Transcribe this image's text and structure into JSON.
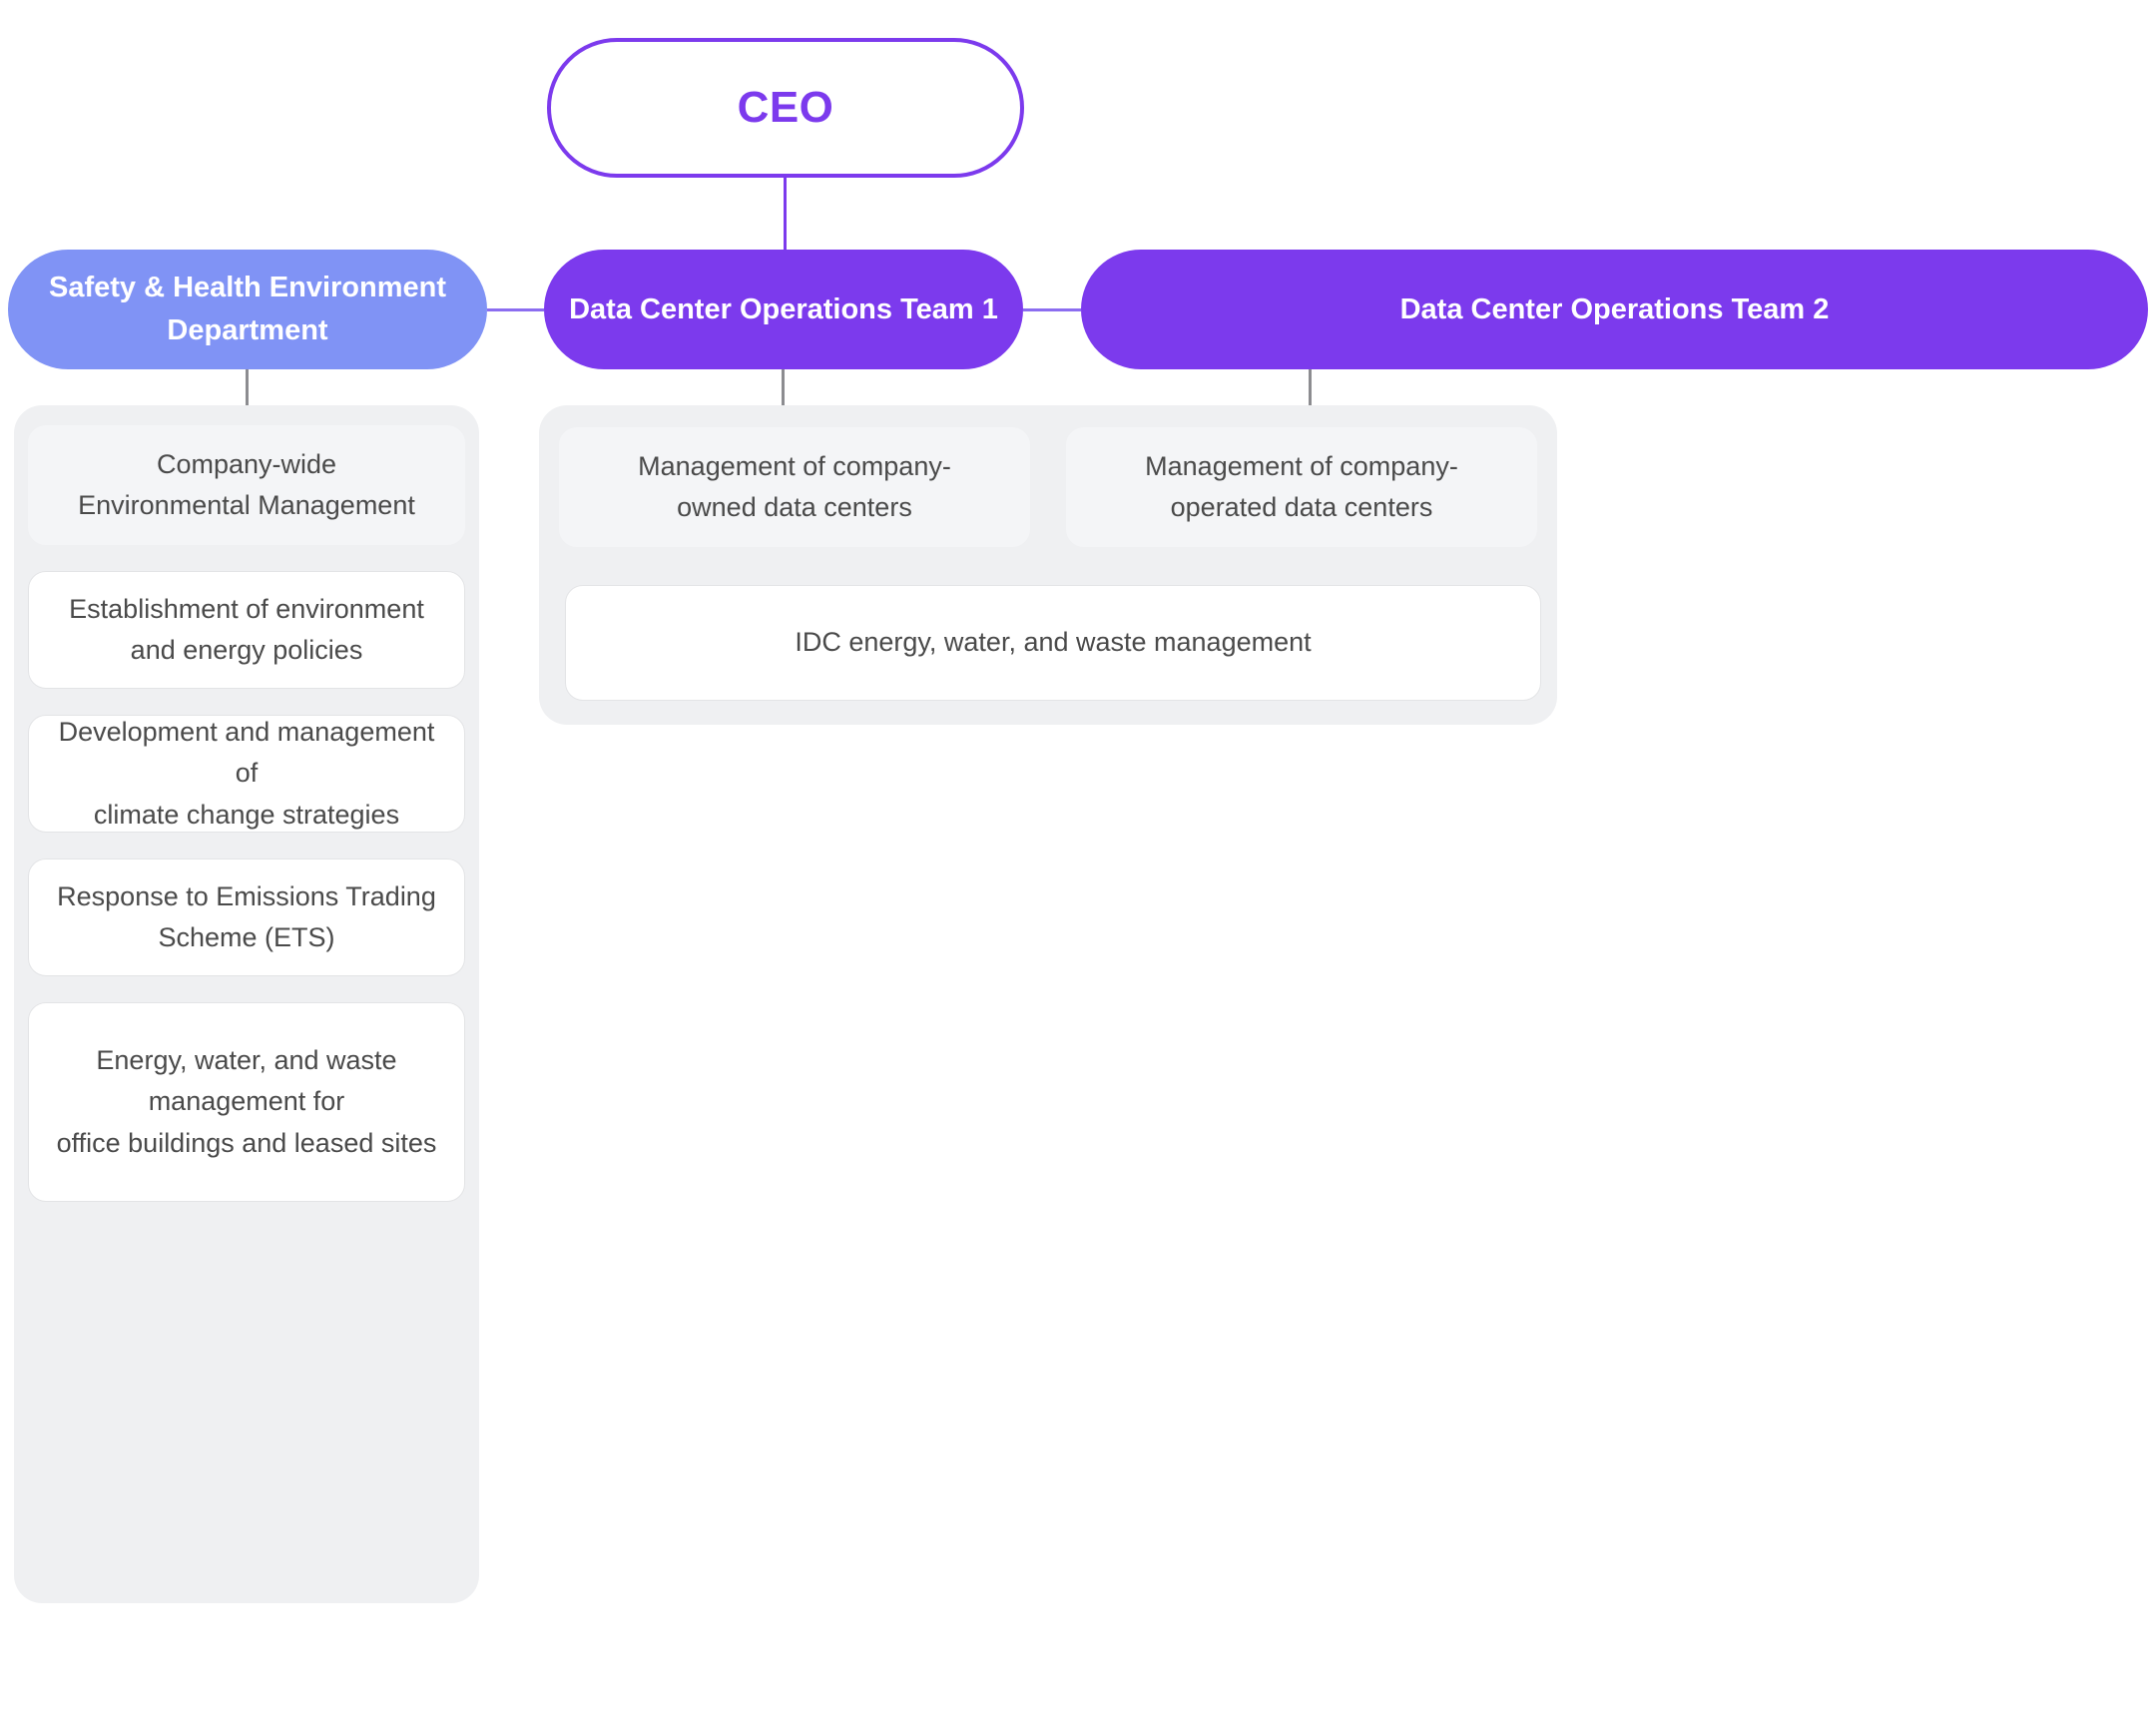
{
  "chart_data": {
    "type": "diagram",
    "title": "Environmental Management Organization Chart",
    "subtype": "organization-hierarchy",
    "colors": {
      "ceo_border": "#7c3aed",
      "ceo_text": "#7c3aed",
      "department_blue": "#8093f5",
      "team_purple": "#7c3aed",
      "panel_gray": "#eff0f2",
      "card_muted": "#f4f5f7",
      "card_white": "#ffffff",
      "card_text": "#4a4a4a",
      "connector_purple": "#7c3aed",
      "connector_gray": "#8c8c90"
    },
    "levels": [
      {
        "level": 1,
        "nodes": [
          "CEO"
        ]
      },
      {
        "level": 2,
        "nodes": [
          "Safety & Health Environment Department",
          "Data Center Operations Team 1",
          "Data Center Operations Team 2"
        ]
      },
      {
        "level": 3,
        "nodes": [
          "Company-wide Environmental Management",
          "Establishment of environment and energy policies",
          "Development and management of climate change strategies",
          "Response to Emissions Trading Scheme (ETS)",
          "Energy, water, and waste management for office buildings and leased sites",
          "Management of company-owned data centers",
          "Management of company-operated data centers",
          "IDC energy, water, and waste management"
        ]
      }
    ]
  },
  "root": {
    "label": "CEO"
  },
  "departments": [
    {
      "id": "safety-health-environment",
      "label": "Safety & Health Environment\nDepartment",
      "color": "#8093f5"
    },
    {
      "id": "data-center-operations-team-1",
      "label": "Data Center Operations Team 1",
      "color": "#7c3aed"
    },
    {
      "id": "data-center-operations-team-2",
      "label": "Data Center Operations Team 2",
      "color": "#7c3aed"
    }
  ],
  "left_panel": {
    "cards": [
      {
        "id": "company-wide-environmental-management",
        "label": "Company-wide\nEnvironmental Management",
        "style": "muted"
      },
      {
        "id": "establishment-of-policies",
        "label": "Establishment of environment\nand energy policies",
        "style": "white"
      },
      {
        "id": "climate-change-strategies",
        "label": "Development and management of\nclimate change strategies",
        "style": "white"
      },
      {
        "id": "emissions-trading-scheme",
        "label": "Response to Emissions Trading\nScheme (ETS)",
        "style": "white"
      },
      {
        "id": "office-energy-water-waste",
        "label": "Energy, water, and waste\nmanagement for\noffice buildings and leased sites",
        "style": "white"
      }
    ]
  },
  "right_panel": {
    "top_cards": [
      {
        "id": "company-owned-data-centers",
        "label": "Management of company-\nowned data centers",
        "style": "muted"
      },
      {
        "id": "company-operated-data-centers",
        "label": "Management of company-\noperated data centers",
        "style": "muted"
      }
    ],
    "wide_card": {
      "id": "idc-energy-water-waste",
      "label": "IDC energy, water, and waste management",
      "style": "white"
    }
  }
}
